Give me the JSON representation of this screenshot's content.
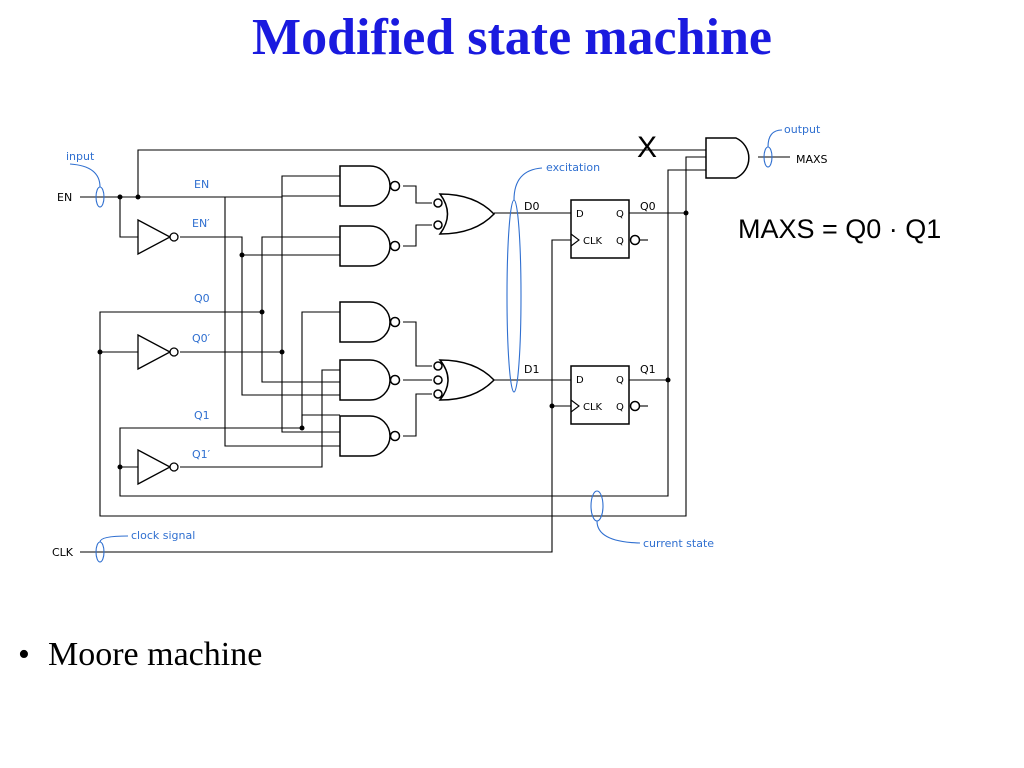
{
  "title": "Modified state machine",
  "labels": {
    "input": "input",
    "en": "EN",
    "en_top": "EN",
    "en_bar": "EN′",
    "q0": "Q0",
    "q0_bar": "Q0′",
    "q1": "Q1",
    "q1_bar": "Q1′",
    "excitation": "excitation",
    "d0": "D0",
    "d1": "D1",
    "q0_out": "Q0",
    "q1_out": "Q1",
    "output": "output",
    "maxs": "MAXS",
    "clock_signal": "clock signal",
    "clk": "CLK",
    "current_state": "current state",
    "ff_d": "D",
    "ff_q": "Q",
    "ff_clk": "CLK"
  },
  "x_mark": "X",
  "equation": "MAXS = Q0 · Q1",
  "bullets": [
    "Moore machine"
  ],
  "colors": {
    "title": "#1a1adf",
    "annotation": "#2f6fd0"
  }
}
